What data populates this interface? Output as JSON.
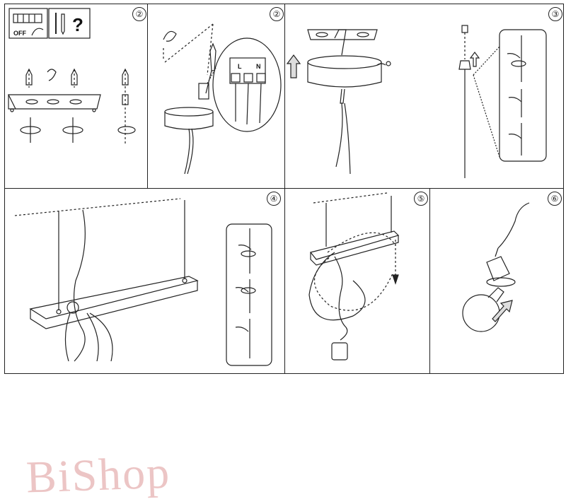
{
  "steps": {
    "s1": "②",
    "s2": "②",
    "s3": "③",
    "s4": "④",
    "s5": "⑤",
    "s6": "⑥"
  },
  "labels": {
    "off": "OFF",
    "question": "?",
    "terminal_l": "L",
    "terminal_n": "N"
  },
  "watermark": "BiShop"
}
